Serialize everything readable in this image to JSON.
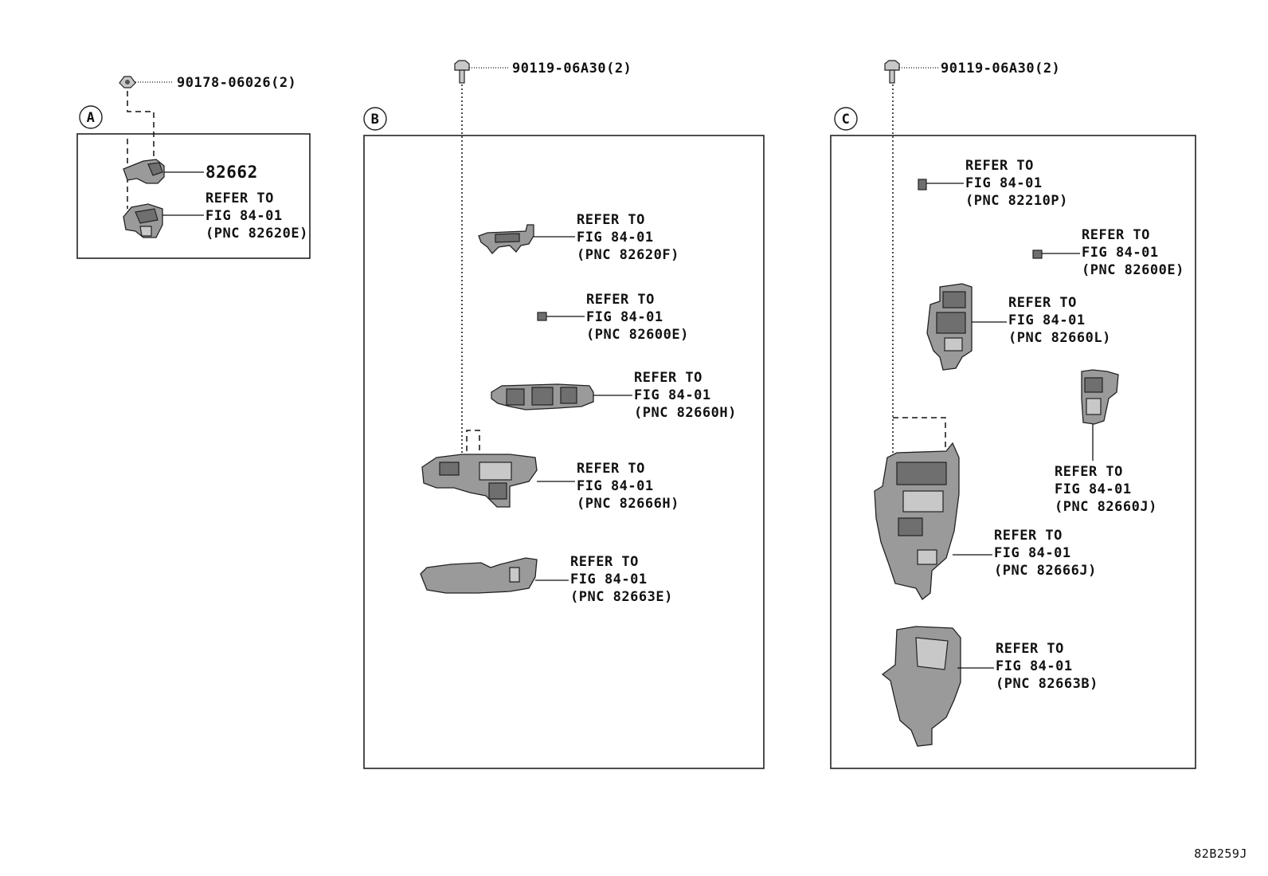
{
  "sections": {
    "a": {
      "letter": "A",
      "fastener": "90178-06026(2)",
      "part_number": "82662",
      "refer": [
        "REFER TO",
        "FIG 84-01",
        "(PNC 82620E)"
      ]
    },
    "b": {
      "letter": "B",
      "fastener": "90119-06A30(2)",
      "refers": [
        [
          "REFER TO",
          "FIG 84-01",
          "(PNC 82620F)"
        ],
        [
          "REFER TO",
          "FIG 84-01",
          "(PNC 82600E)"
        ],
        [
          "REFER TO",
          "FIG 84-01",
          "(PNC 82660H)"
        ],
        [
          "REFER TO",
          "FIG 84-01",
          "(PNC 82666H)"
        ],
        [
          "REFER TO",
          "FIG 84-01",
          "(PNC 82663E)"
        ]
      ]
    },
    "c": {
      "letter": "C",
      "fastener": "90119-06A30(2)",
      "refers": [
        [
          "REFER TO",
          "FIG 84-01",
          "(PNC 82210P)"
        ],
        [
          "REFER TO",
          "FIG 84-01",
          "(PNC 82600E)"
        ],
        [
          "REFER TO",
          "FIG 84-01",
          "(PNC 82660L)"
        ],
        [
          "REFER TO",
          "FIG 84-01",
          "(PNC 82660J)"
        ],
        [
          "REFER TO",
          "FIG 84-01",
          "(PNC 82666J)"
        ],
        [
          "REFER TO",
          "FIG 84-01",
          "(PNC 82663B)"
        ]
      ]
    }
  },
  "drawing_id": "82B259J"
}
